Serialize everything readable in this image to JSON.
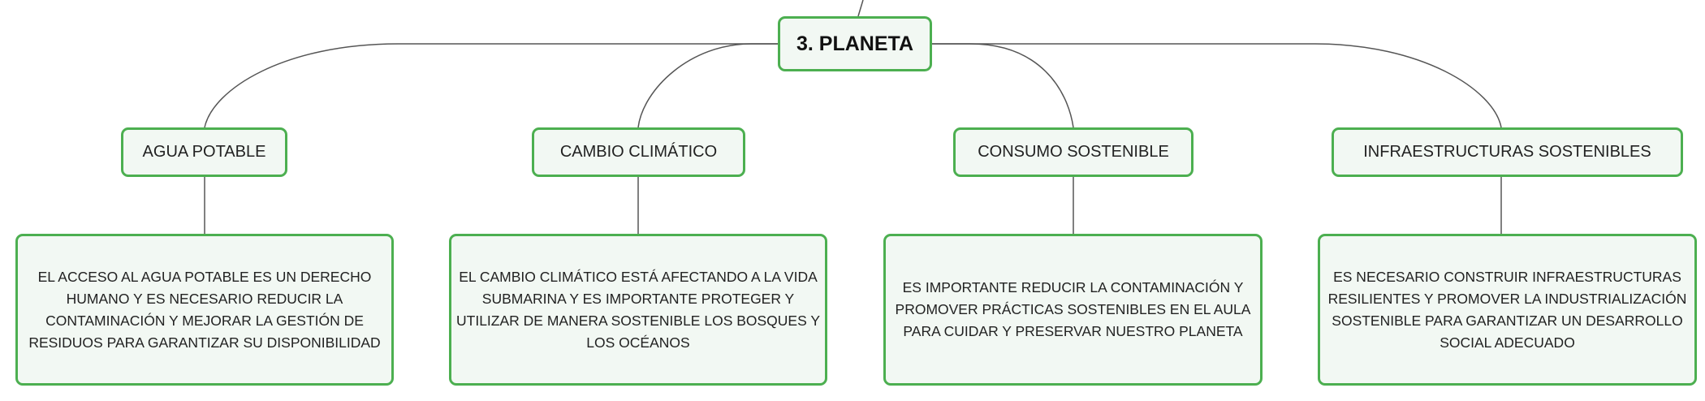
{
  "root": {
    "label": "3. PLANETA"
  },
  "branches": [
    {
      "title": "AGUA POTABLE",
      "detail": "EL ACCESO AL AGUA POTABLE ES UN DERECHO HUMANO Y ES NECESARIO REDUCIR LA CONTAMINACIÓN Y MEJORAR LA GESTIÓN DE RESIDUOS PARA GARANTIZAR SU DISPONIBILIDAD"
    },
    {
      "title": "CAMBIO CLIMÁTICO",
      "detail": "EL CAMBIO CLIMÁTICO ESTÁ AFECTANDO A LA VIDA SUBMARINA Y ES IMPORTANTE PROTEGER Y UTILIZAR DE MANERA SOSTENIBLE LOS BOSQUES Y LOS OCÉANOS"
    },
    {
      "title": "CONSUMO SOSTENIBLE",
      "detail": "ES IMPORTANTE REDUCIR LA CONTAMINACIÓN Y PROMOVER PRÁCTICAS SOSTENIBLES EN EL AULA PARA CUIDAR Y PRESERVAR NUESTRO PLANETA"
    },
    {
      "title": "INFRAESTRUCTURAS SOSTENIBLES",
      "detail": "ES NECESARIO CONSTRUIR INFRAESTRUCTURAS RESILIENTES Y PROMOVER LA INDUSTRIALIZACIÓN SOSTENIBLE PARA GARANTIZAR UN DESARROLLO SOCIAL ADECUADO"
    }
  ],
  "colors": {
    "border": "#4caf50",
    "fill": "#f2f8f3",
    "line": "#555555"
  }
}
